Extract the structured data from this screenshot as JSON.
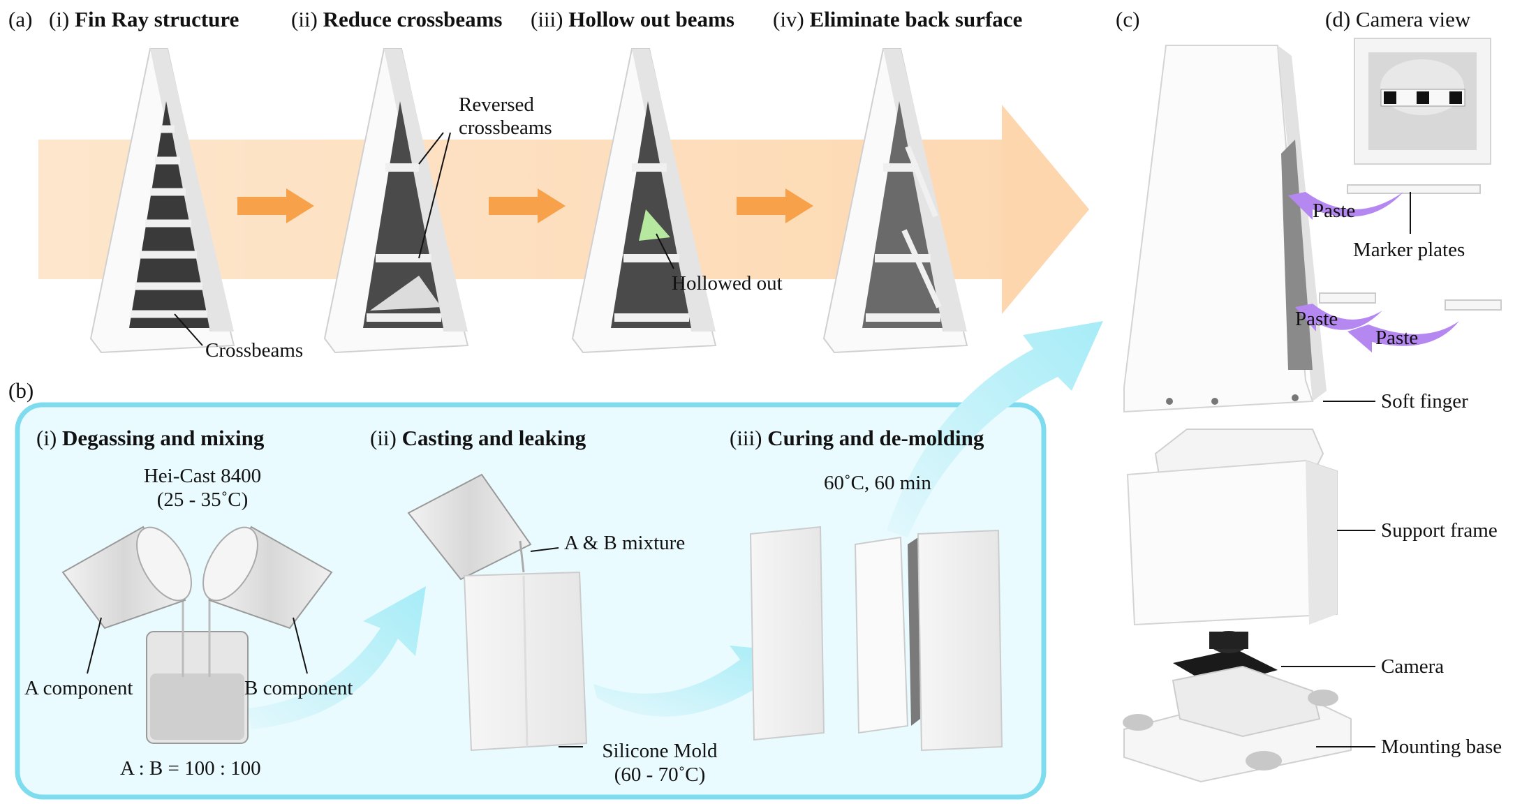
{
  "panel_a": {
    "tag": "(a)",
    "steps": [
      {
        "num": "(i)",
        "title": "Fin Ray structure"
      },
      {
        "num": "(ii)",
        "title": "Reduce crossbeams"
      },
      {
        "num": "(iii)",
        "title": "Hollow out beams"
      },
      {
        "num": "(iv)",
        "title": "Eliminate back surface"
      }
    ],
    "annotations": {
      "crossbeams": "Crossbeams",
      "reversed_line1": "Reversed",
      "reversed_line2": "crossbeams",
      "hollowed": "Hollowed out"
    }
  },
  "panel_b": {
    "tag": "(b)",
    "steps": [
      {
        "num": "(i)",
        "title": "Degassing and mixing"
      },
      {
        "num": "(ii)",
        "title": "Casting and leaking"
      },
      {
        "num": "(iii)",
        "title": "Curing and de-molding"
      }
    ],
    "material_line1": "Hei-Cast 8400",
    "material_line2": "(25 - 35˚C)",
    "a_component": "A component",
    "b_component": "B component",
    "ratio": "A : B = 100 : 100",
    "mixture": "A & B mixture",
    "mold_line1": "Silicone Mold",
    "mold_line2": "(60 - 70˚C)",
    "cure": "60˚C, 60 min"
  },
  "panel_c": {
    "tag": "(c)",
    "labels": {
      "paste": "Paste",
      "marker_plates": "Marker plates",
      "soft_finger": "Soft finger",
      "support_frame": "Support frame",
      "camera": "Camera",
      "mounting_base": "Mounting base"
    }
  },
  "panel_d": {
    "tag": "(d)",
    "title": "Camera view"
  },
  "colors": {
    "flow_band": "#fde6cc",
    "step_arrow": "#f7a24a",
    "cyan_frame": "#7fdcef",
    "cyan_fill": "#e9fbff",
    "cyan_arrow": "#a6ecf7",
    "paste_arrow": "#b488f0",
    "hollow_green": "#b7e89f"
  }
}
